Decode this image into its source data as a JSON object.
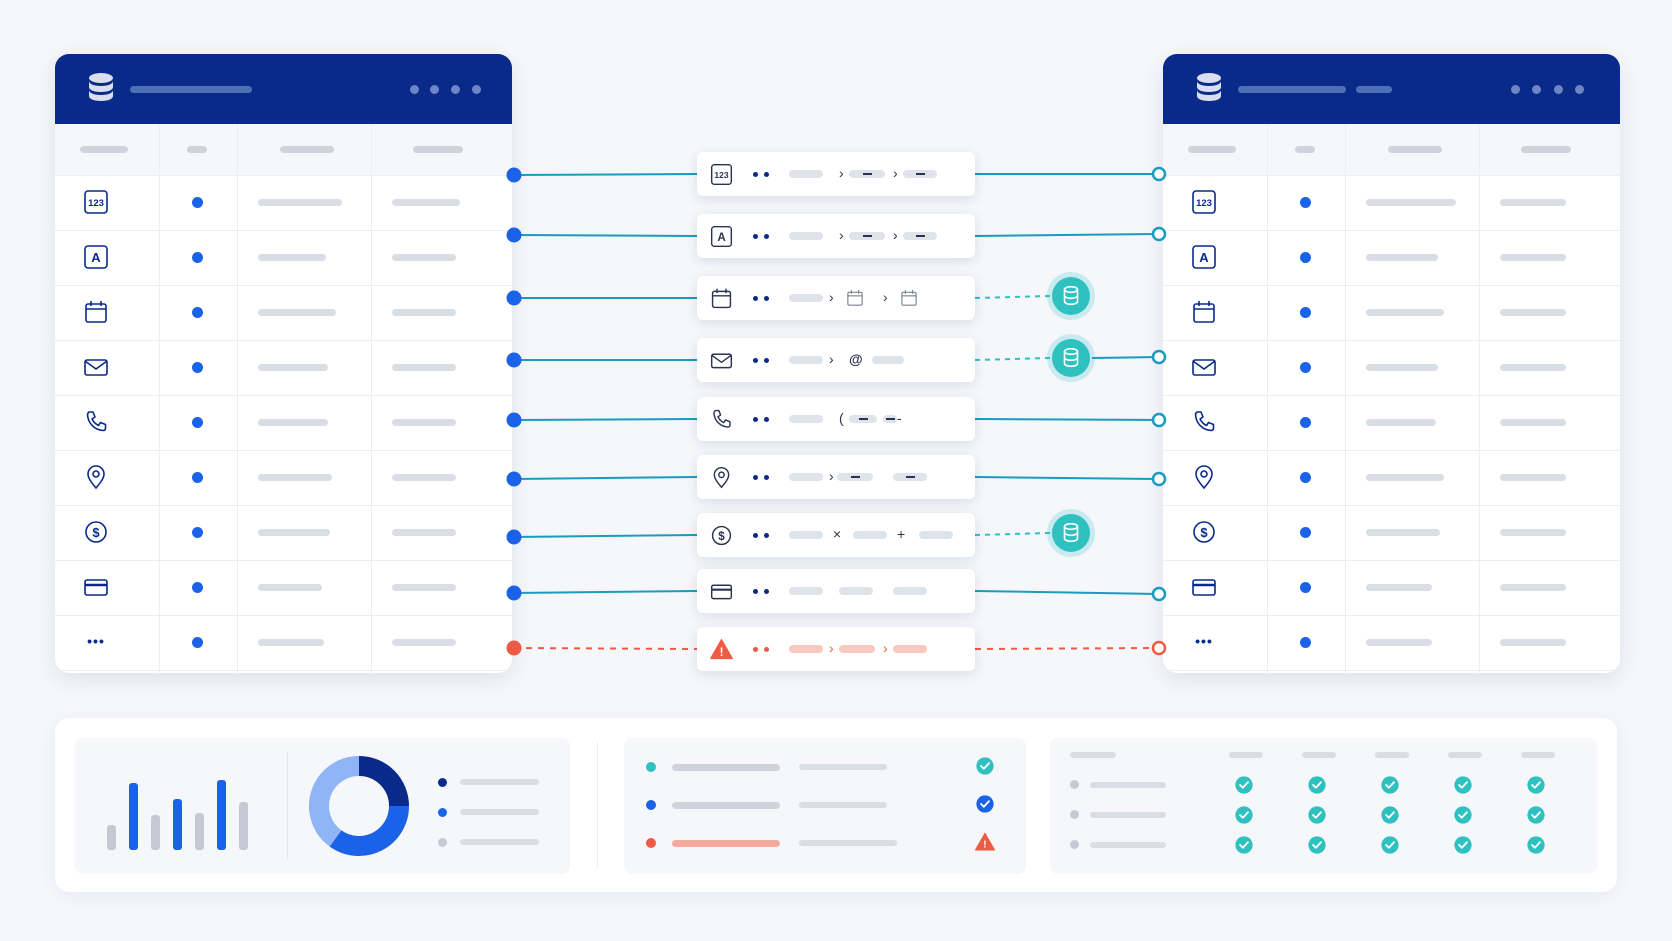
{
  "colors": {
    "header": "#0a2a8a",
    "accent_blue": "#1a62e8",
    "connector": "#1b9bbf",
    "teal": "#2fc0c0",
    "error": "#ef5a45",
    "placeholder": "#d9dde4"
  },
  "source_table": {
    "icon": "database-icon",
    "rows": [
      {
        "icon": "number-123-icon",
        "icon_text": "123"
      },
      {
        "icon": "text-a-icon",
        "icon_text": "A"
      },
      {
        "icon": "calendar-icon"
      },
      {
        "icon": "envelope-icon"
      },
      {
        "icon": "phone-icon"
      },
      {
        "icon": "location-pin-icon"
      },
      {
        "icon": "dollar-icon",
        "icon_text": "$"
      },
      {
        "icon": "card-icon"
      },
      {
        "icon": "more-icon",
        "icon_text": "•••"
      }
    ]
  },
  "target_table": {
    "icon": "database-icon",
    "rows": [
      {
        "icon": "number-123-icon",
        "icon_text": "123"
      },
      {
        "icon": "text-a-icon",
        "icon_text": "A"
      },
      {
        "icon": "calendar-icon"
      },
      {
        "icon": "envelope-icon"
      },
      {
        "icon": "phone-icon"
      },
      {
        "icon": "location-pin-icon"
      },
      {
        "icon": "dollar-icon",
        "icon_text": "$"
      },
      {
        "icon": "card-icon"
      },
      {
        "icon": "more-icon",
        "icon_text": "•••"
      }
    ]
  },
  "transforms": [
    {
      "icon": "number-123-icon",
      "icon_text": "123",
      "symbols": [
        "›",
        "›"
      ],
      "status": "ok"
    },
    {
      "icon": "text-a-icon",
      "icon_text": "A",
      "symbols": [
        "›",
        "›"
      ],
      "status": "ok"
    },
    {
      "icon": "calendar-icon",
      "symbols": [
        "›",
        "›"
      ],
      "status": "lookup"
    },
    {
      "icon": "envelope-icon",
      "symbols": [
        "›",
        "@"
      ],
      "status": "lookup"
    },
    {
      "icon": "phone-icon",
      "symbols": [
        "(",
        "-",
        ")"
      ],
      "status": "ok"
    },
    {
      "icon": "location-pin-icon",
      "symbols": [
        "›"
      ],
      "status": "ok"
    },
    {
      "icon": "dollar-icon",
      "icon_text": "$",
      "symbols": [
        "×",
        "+"
      ],
      "status": "lookup"
    },
    {
      "icon": "card-icon",
      "symbols": [],
      "status": "ok"
    },
    {
      "icon": "warning-icon",
      "icon_text": "!",
      "symbols": [
        "›",
        "›"
      ],
      "status": "error"
    }
  ],
  "lookup_badges": {
    "icon": "database-icon"
  },
  "summary": {
    "bar_chart": {
      "values": [
        0.3,
        0.82,
        0.43,
        0.62,
        0.45,
        0.85,
        0.58
      ],
      "colors": [
        "#c4c9d3",
        "#1a62e8",
        "#c4c9d3",
        "#1a62e8",
        "#c4c9d3",
        "#1a62e8",
        "#c4c9d3"
      ]
    },
    "donut": {
      "segments": [
        0.25,
        0.35,
        0.4
      ],
      "colors": [
        "#0a2a8a",
        "#1a62e8",
        "#8fb5f7"
      ]
    },
    "status_list": [
      {
        "dot": "#2fc0c0",
        "icon": "check-circle-teal-icon"
      },
      {
        "dot": "#1a62e8",
        "icon": "check-circle-blue-icon"
      },
      {
        "dot": "#ef5a45",
        "icon": "warning-icon",
        "icon_text": "!"
      }
    ],
    "validation_grid": {
      "rows": 3,
      "cols": 5,
      "icon": "check-circle-teal-icon"
    }
  }
}
